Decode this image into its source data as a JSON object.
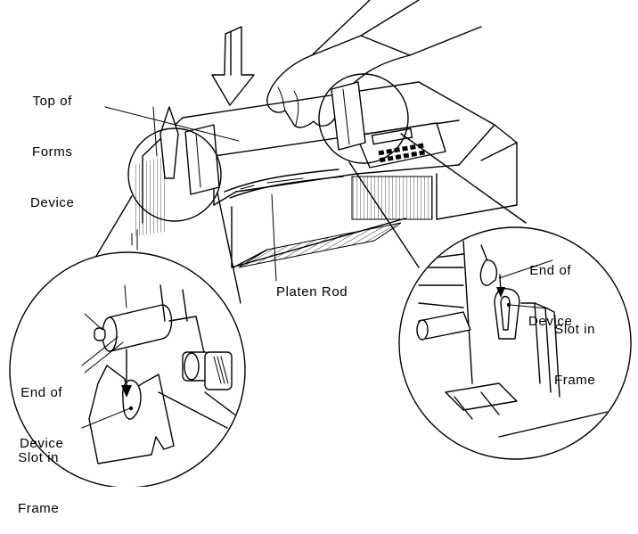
{
  "labels": {
    "top_of_forms_device": [
      "Top of",
      "Forms",
      "Device"
    ],
    "platen_rod": "Platen Rod",
    "left_detail": {
      "end_of_device": [
        "End of",
        "Device"
      ],
      "slot_in_frame": [
        "Slot in",
        "Frame"
      ]
    },
    "right_detail": {
      "end_of_device": [
        "End of",
        "Device"
      ],
      "slot_in_frame": [
        "Slot in",
        "Frame"
      ]
    }
  }
}
